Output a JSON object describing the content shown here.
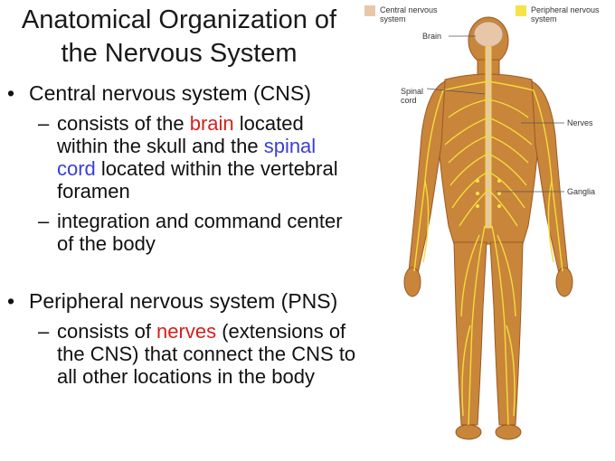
{
  "slide": {
    "title_line1": "Anatomical Organization of",
    "title_line2": "the Nervous System",
    "bullet_symbol": "•",
    "dash_symbol": "–"
  },
  "cns": {
    "heading": "Central nervous system (CNS)",
    "item1": {
      "l1_pre": "consists of the ",
      "l1_brain": "brain",
      "l1_post": " located",
      "l2_pre": "within the skull and the ",
      "l2_spinal": "spinal",
      "l3_cord": "cord",
      "l3_post": " located within the vertebral",
      "l4": "foramen"
    },
    "item2": {
      "l1": "integration and command center",
      "l2": "of the body"
    }
  },
  "pns": {
    "heading": "Peripheral nervous system (PNS)",
    "item1": {
      "l1_pre": "consists of ",
      "l1_nerves": "nerves",
      "l1_post": " (extensions of",
      "l2": "the CNS) that connect the CNS to",
      "l3": "all other locations in the body"
    }
  },
  "figure": {
    "legend_cns_l1": "Central nervous",
    "legend_cns_l2": "system",
    "legend_pns_l1": "Peripheral nervous",
    "legend_pns_l2": "system",
    "label_brain": "Brain",
    "label_spinal_l1": "Spinal",
    "label_spinal_l2": "cord",
    "label_nerves": "Nerves",
    "label_ganglia": "Ganglia"
  },
  "colors": {
    "cns": "#e8c7a8",
    "pns": "#f7e24a",
    "skin": "#c9853a",
    "skin_dark": "#9a5a22",
    "nerve": "#f2dc3c",
    "highlight_red": "#d6201b",
    "highlight_blue": "#3a3fd4"
  }
}
